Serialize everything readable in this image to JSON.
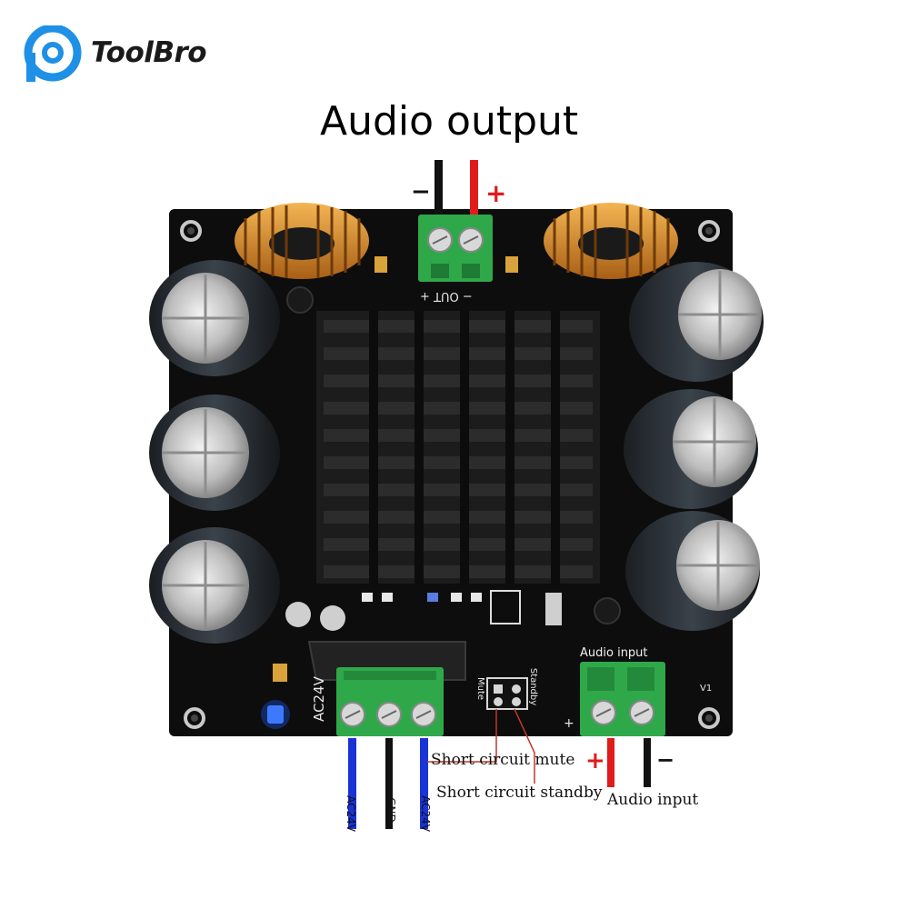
{
  "brand": {
    "name": "ToolBro",
    "icon": "toolbro-logo-icon"
  },
  "headline": "Audio output",
  "output_terminal": {
    "minus": "−",
    "plus": "+",
    "silk": "− OUT +"
  },
  "input_terminal": {
    "silk": "Audio input",
    "plus": "+",
    "minus": "−",
    "label": "Audio input"
  },
  "power_terminal": {
    "silk": "AC24V",
    "wires": [
      "AC24V",
      "GND",
      "AC24V"
    ]
  },
  "jumper": {
    "mute": "Mute",
    "standby": "Standby",
    "mute_label": "Short circuit mute",
    "standby_label": "Short circuit standby"
  },
  "board_marks": {
    "version": "V1"
  },
  "colors": {
    "board": "#0d0d0d",
    "terminal": "#2fa84a",
    "coil": "#d98a2b",
    "wire_red": "#e11b1b",
    "wire_blue": "#1a33d6",
    "wire_black": "#111111",
    "led": "#1e5bff"
  }
}
